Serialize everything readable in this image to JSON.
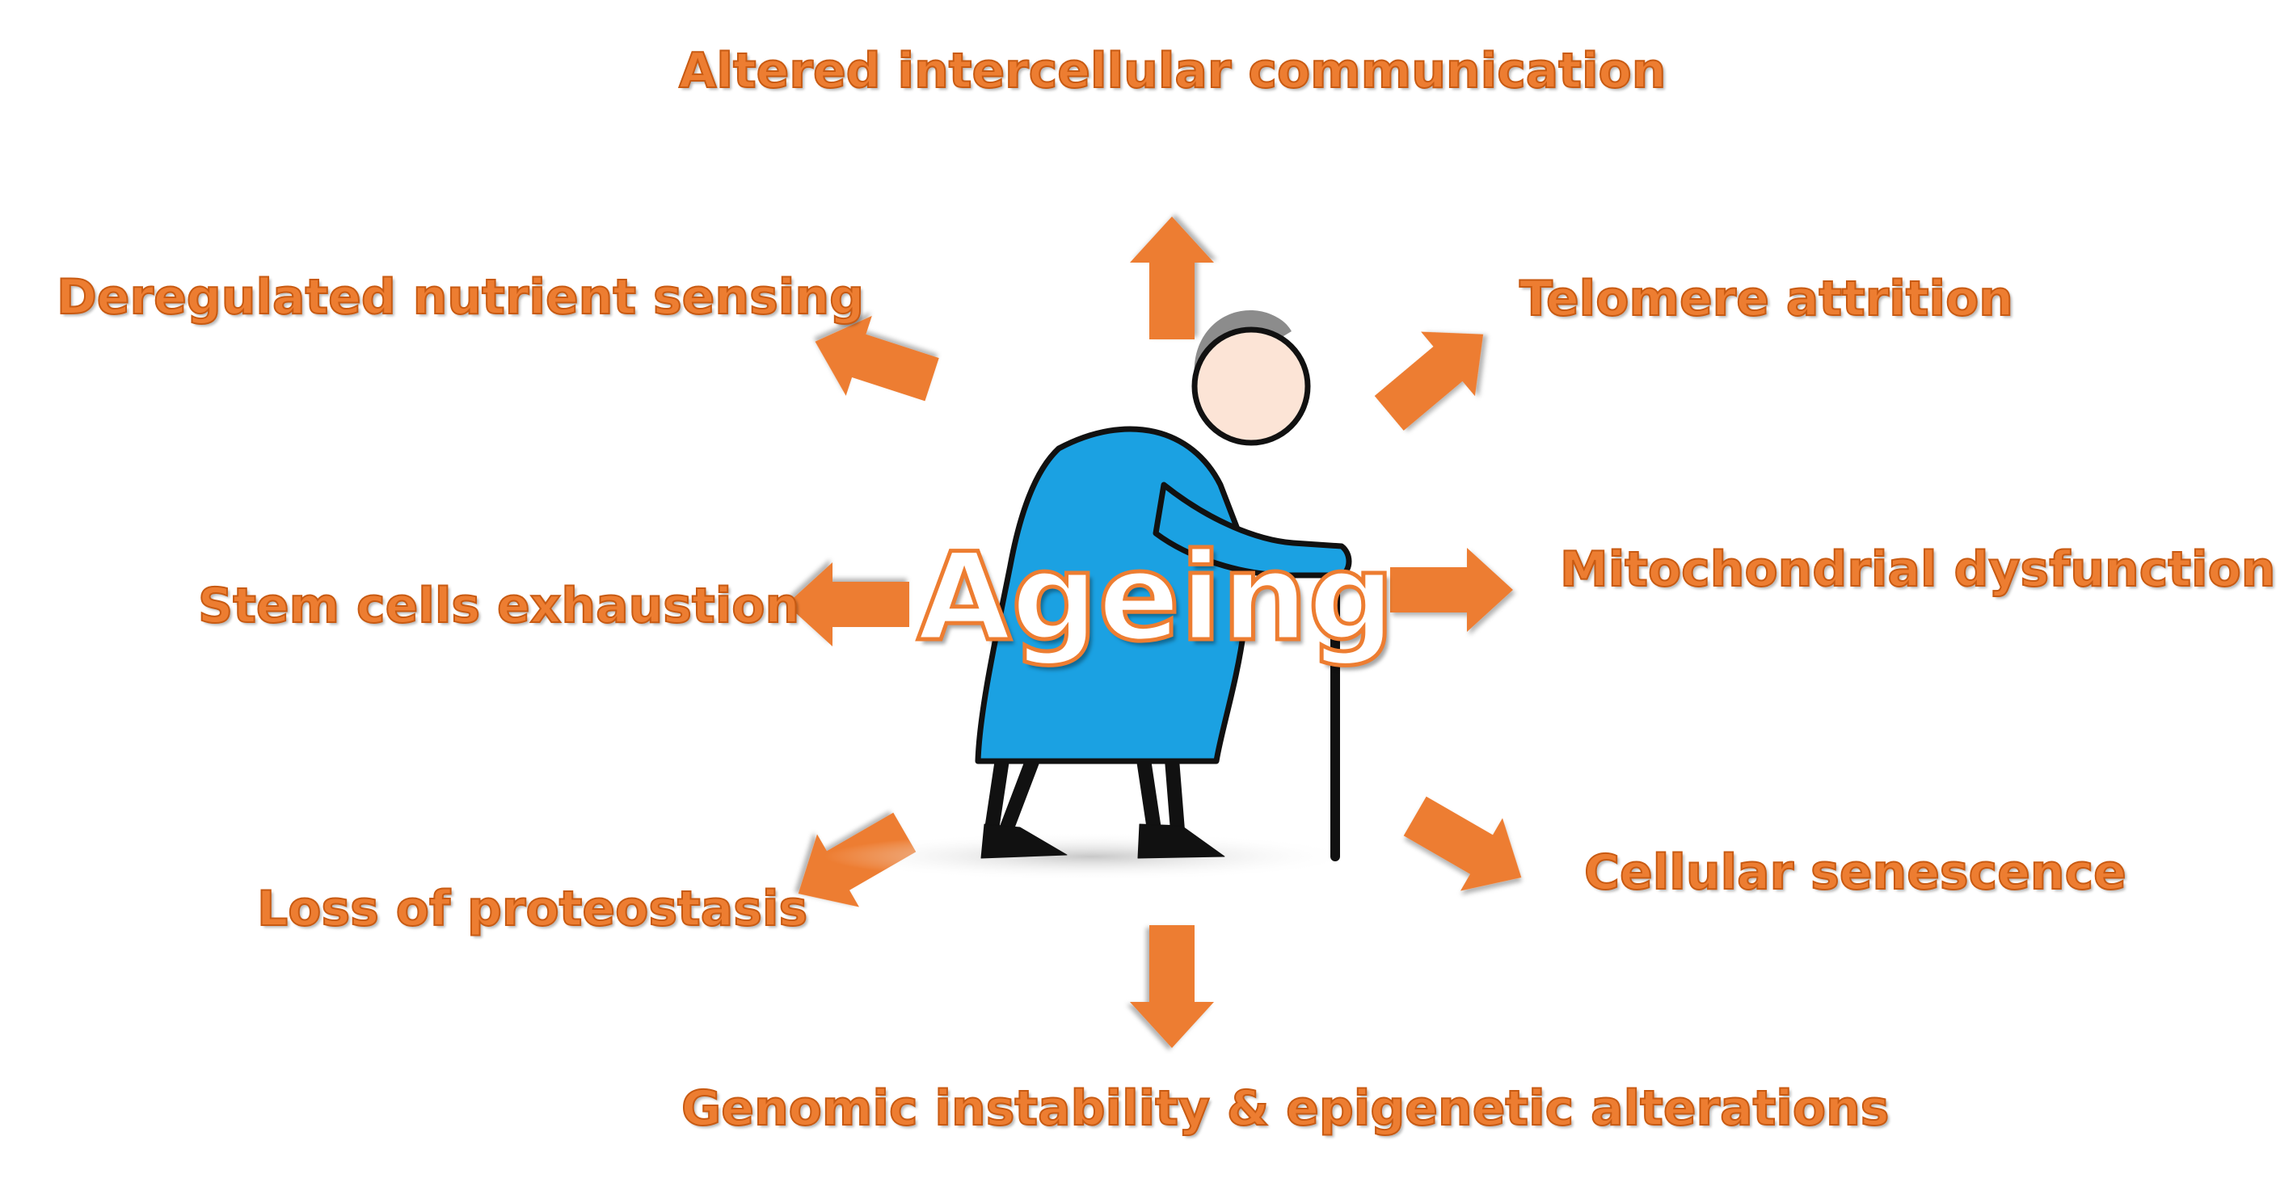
{
  "colors": {
    "accent": "#ED7D31",
    "figure_body": "#1BA1E2",
    "figure_face": "#FCE4D6",
    "figure_hair": "#8C8C8C"
  },
  "center": {
    "label": "Ageing",
    "figure_icon": "elderly-woman-with-cane-icon"
  },
  "hallmarks": {
    "top": "Altered intercellular communication",
    "upper_left": "Deregulated nutrient sensing",
    "upper_right": "Telomere attrition",
    "left": "Stem cells exhaustion",
    "right": "Mitochondrial dysfunction",
    "lower_left": "Loss of proteostasis",
    "lower_right": "Cellular senescence",
    "bottom": "Genomic instability & epigenetic alterations"
  }
}
